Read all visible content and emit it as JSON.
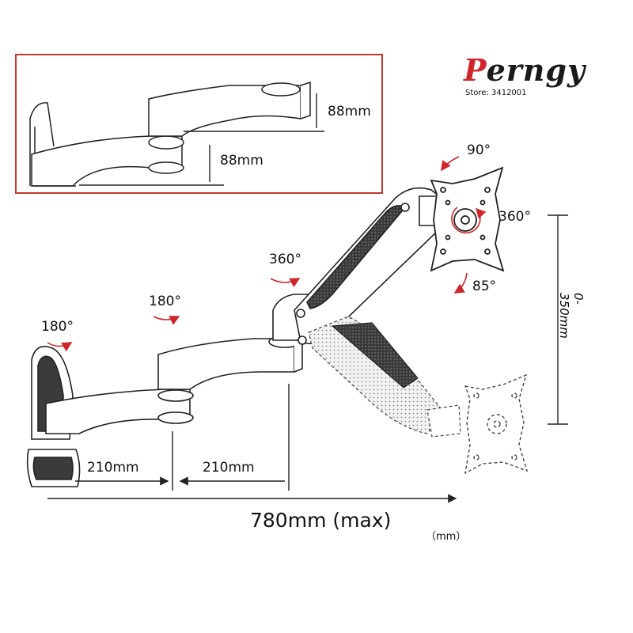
{
  "brand": {
    "name_initial": "P",
    "name_rest": "erngy",
    "store": "Store: 3412001"
  },
  "inset": {
    "upper_height": "88mm",
    "lower_height": "88mm"
  },
  "rotations": {
    "wall_mount": "180°",
    "first_arm": "180°",
    "gas_arm_base": "360°",
    "tilt_up": "90°",
    "swivel": "360°",
    "tilt_down": "85°"
  },
  "dimensions": {
    "arm1_length": "210mm",
    "arm2_length": "210mm",
    "total_length": "780mm (max)",
    "unit": "（mm）",
    "height_range": "0-350mm"
  },
  "colors": {
    "inset_border": "#c0392b",
    "brand_accent": "#d0252a",
    "line": "#222222"
  }
}
